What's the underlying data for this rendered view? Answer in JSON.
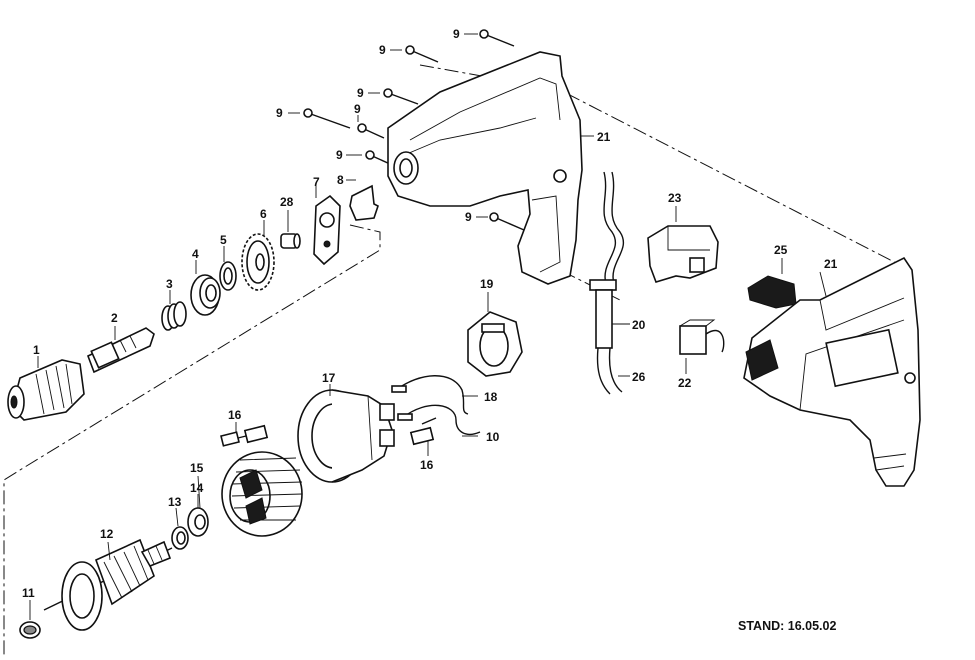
{
  "stamp": "STAND: 16.05.02",
  "callouts": {
    "c1": "1",
    "c2": "2",
    "c3": "3",
    "c4": "4",
    "c5": "5",
    "c6": "6",
    "c7": "7",
    "c8": "8",
    "c9a": "9",
    "c9b": "9",
    "c9c": "9",
    "c9d": "9",
    "c9e": "9",
    "c9f": "9",
    "c9g": "9",
    "c10": "10",
    "c11": "11",
    "c12": "12",
    "c13": "13",
    "c14": "14",
    "c15": "15",
    "c16a": "16",
    "c16b": "16",
    "c17": "17",
    "c18": "18",
    "c19": "19",
    "c20": "20",
    "c21a": "21",
    "c21b": "21",
    "c22": "22",
    "c23": "23",
    "c25": "25",
    "c26": "26",
    "c28": "28"
  }
}
